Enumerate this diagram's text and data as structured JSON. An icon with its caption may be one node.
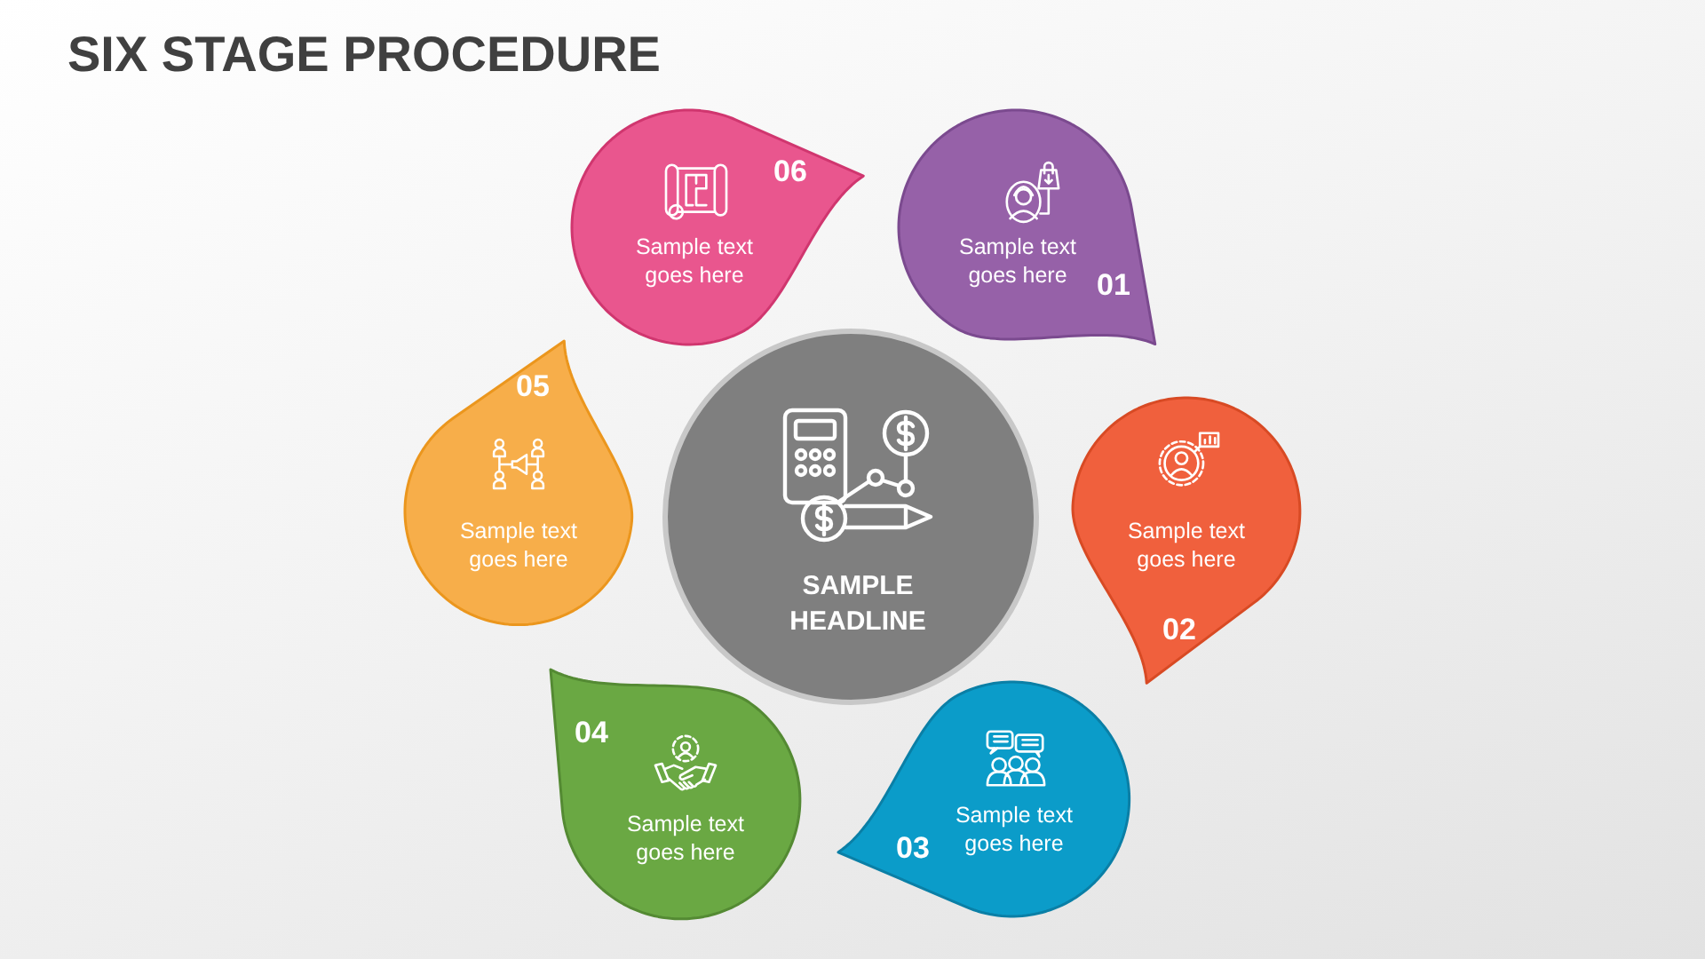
{
  "diagram": {
    "title": "SIX STAGE PROCEDURE",
    "nodes": [
      {
        "text": [
          "SAMPLE HEADLINE"
        ]
      },
      {
        "text": [
          "Sample text goes here",
          "01"
        ]
      },
      {
        "text": [
          "Sample text goes here",
          "02"
        ]
      },
      {
        "text": [
          "03",
          "Sample text goes here"
        ]
      },
      {
        "text": [
          "04",
          "Sample text goes here"
        ]
      },
      {
        "text": [
          "05",
          "Sample text goes here"
        ]
      },
      {
        "text": [
          "06",
          "Sample text goes here"
        ]
      }
    ]
  }
}
